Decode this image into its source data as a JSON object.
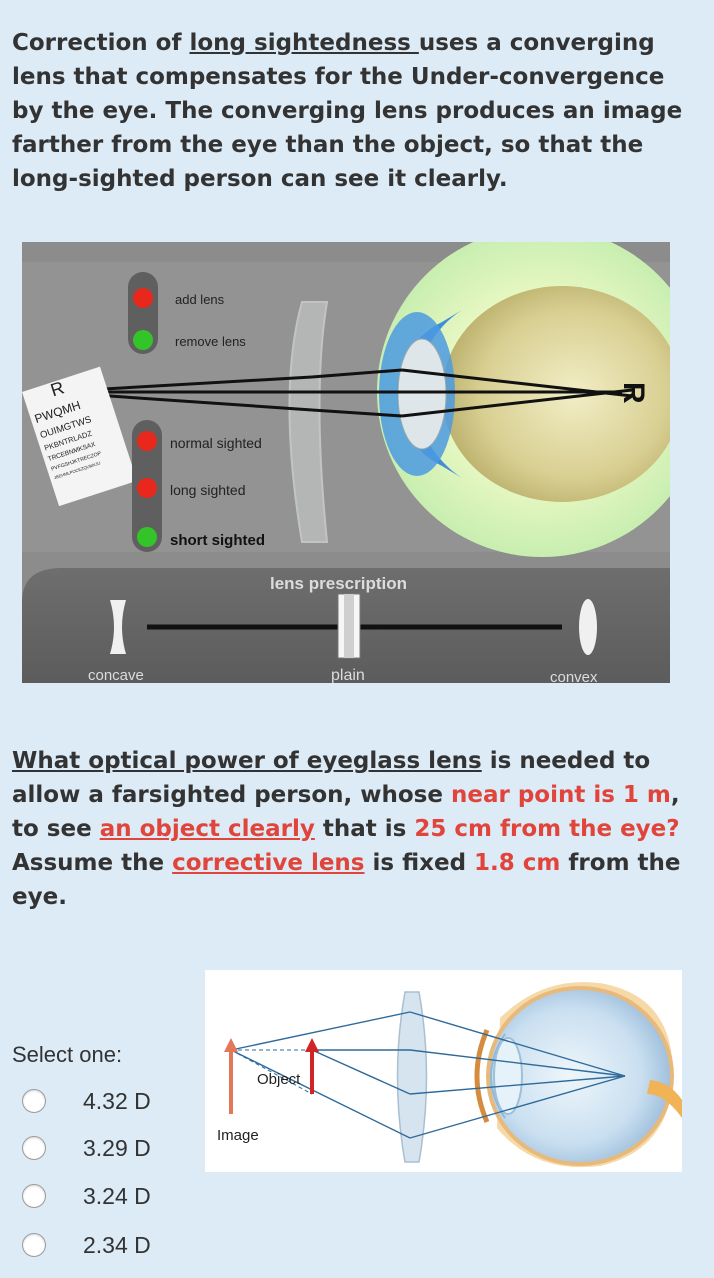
{
  "intro": {
    "p1": "Correction of ",
    "link1": "long sightedness ",
    "p2": "uses a converging lens that compensates for the Under-convergence by the eye. The converging lens produces an image farther from the eye than the object, so that the long-sighted person can see it clearly."
  },
  "sim": {
    "add_lens": "add lens",
    "remove_lens": "remove lens",
    "normal_sighted": "normal sighted",
    "long_sighted": "long sighted",
    "short_sighted": "short sighted",
    "prescription_label": "lens prescription",
    "concave": "concave",
    "plain": "plain",
    "convex": "convex",
    "eye_chart": [
      "R",
      "PWQMH",
      "OUIMGTWS",
      "PKBNTRLADZ",
      "TRCEBNMKSAX",
      "PVFGSHJKTRECZOP",
      "JBEHMLPOCEZQUMXJU"
    ],
    "colors": {
      "red": "#e8281c",
      "green": "#33c42a"
    }
  },
  "question": {
    "link_q": "What optical power of eyeglass lens",
    "q1": " is needed to allow a farsighted person, whose ",
    "near_point": "near point is 1 m",
    "q2": ", to see ",
    "link_obj": "an object clearly",
    "q3": " that is ",
    "dist": "25 cm from the eye?",
    "q4": " Assume the ",
    "link_lens": "corrective lens",
    "q5": " is fixed ",
    "fixed": "1.8 cm",
    "q6": " from the eye."
  },
  "select_label": "Select one:",
  "options": [
    "4.32 D",
    "3.29 D",
    "3.24 D",
    "2.34 D"
  ],
  "diagram": {
    "object": "Object",
    "image": "Image"
  }
}
